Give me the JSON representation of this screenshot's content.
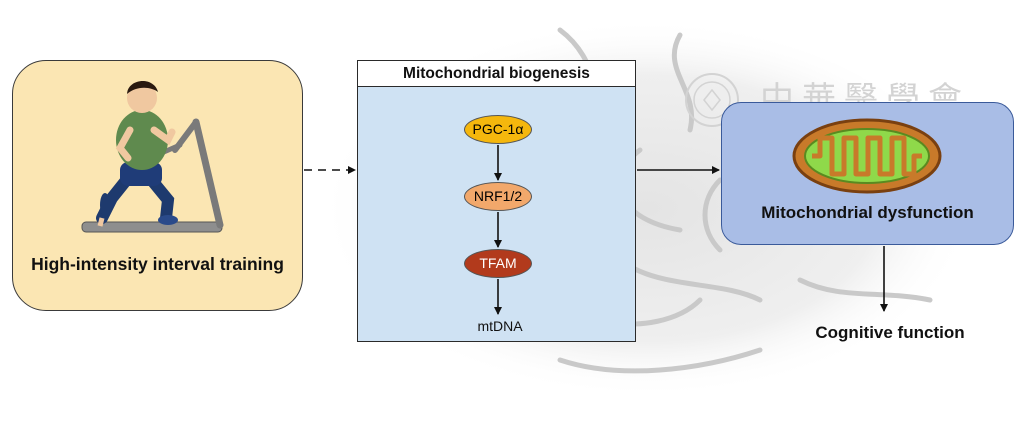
{
  "hiit": {
    "label": "High-intensity interval training"
  },
  "biogenesis": {
    "title": "Mitochondrial biogenesis",
    "steps": [
      "PGC-1α",
      "NRF1/2",
      "TFAM"
    ],
    "output": "mtDNA"
  },
  "mitochondria": {
    "label": "Mitochondrial dysfunction"
  },
  "outcome": {
    "label": "Cognitive function"
  },
  "watermark": {
    "text": "中華醫學會"
  },
  "colors": {
    "hiit_bg": "#fbe6b3",
    "bio_bg": "#cfe2f3",
    "mito_bg": "#a9bde6",
    "pgc": "#f5b70d",
    "nrf": "#f2a86b",
    "tfam": "#b23a1c"
  }
}
